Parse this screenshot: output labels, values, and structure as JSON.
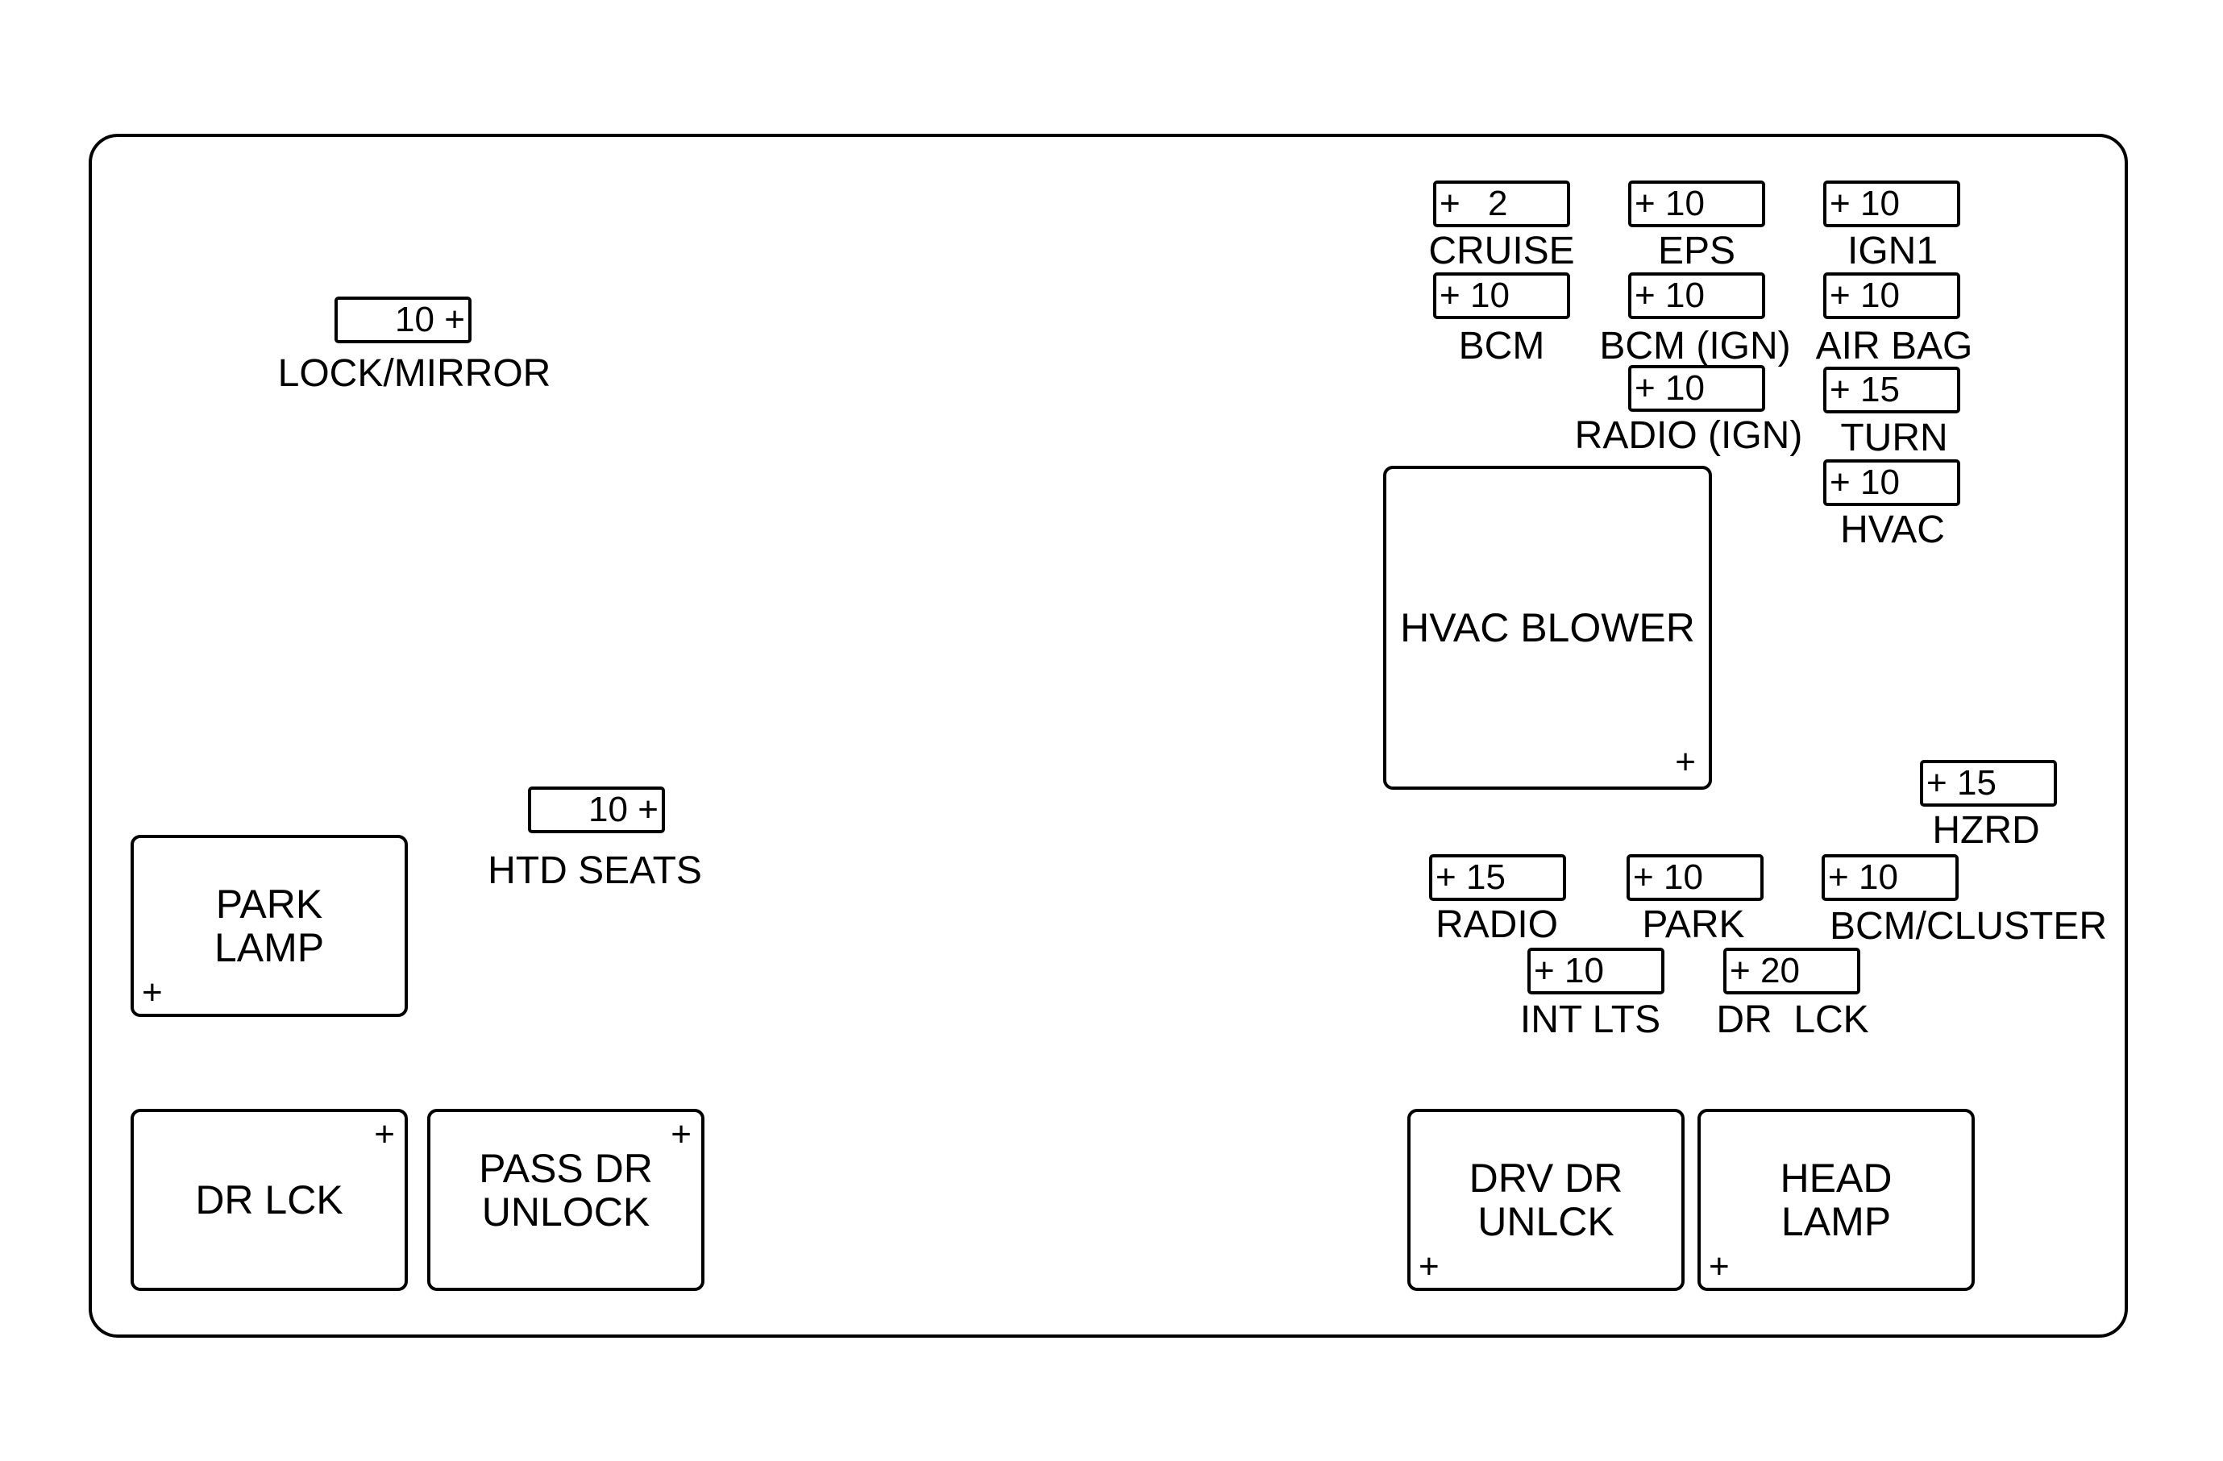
{
  "plus_symbol": "+",
  "fuses": [
    {
      "id": "lock-mirror",
      "amp": "10",
      "label": "LOCK/MIRROR"
    },
    {
      "id": "htd-seats",
      "amp": "10",
      "label": "HTD SEATS"
    },
    {
      "id": "cruise",
      "amp": "2",
      "label": "CRUISE"
    },
    {
      "id": "eps",
      "amp": "10",
      "label": "EPS"
    },
    {
      "id": "ign1",
      "amp": "10",
      "label": "IGN1"
    },
    {
      "id": "bcm",
      "amp": "10",
      "label": "BCM"
    },
    {
      "id": "bcm-ign",
      "amp": "10",
      "label": "BCM (IGN)"
    },
    {
      "id": "air-bag",
      "amp": "10",
      "label": "AIR BAG"
    },
    {
      "id": "radio-ign",
      "amp": "10",
      "label": "RADIO (IGN)"
    },
    {
      "id": "turn",
      "amp": "15",
      "label": "TURN"
    },
    {
      "id": "hvac",
      "amp": "10",
      "label": "HVAC"
    },
    {
      "id": "hzrd",
      "amp": "15",
      "label": "HZRD"
    },
    {
      "id": "radio",
      "amp": "15",
      "label": "RADIO"
    },
    {
      "id": "park",
      "amp": "10",
      "label": "PARK"
    },
    {
      "id": "bcm-cluster",
      "amp": "10",
      "label": "BCM/CLUSTER"
    },
    {
      "id": "int-lts",
      "amp": "10",
      "label": "INT LTS"
    },
    {
      "id": "dr-lck-fuse",
      "amp": "20",
      "label": "DR  LCK"
    }
  ],
  "relays": [
    {
      "id": "hvac-blower",
      "label": "HVAC BLOWER"
    },
    {
      "id": "park-lamp",
      "label": "PARK\nLAMP"
    },
    {
      "id": "dr-lck",
      "label": "DR LCK"
    },
    {
      "id": "pass-dr-unlock",
      "label": "PASS DR\nUNLOCK"
    },
    {
      "id": "drv-dr-unlck",
      "label": "DRV DR\nUNLCK"
    },
    {
      "id": "head-lamp",
      "label": "HEAD\nLAMP"
    }
  ]
}
